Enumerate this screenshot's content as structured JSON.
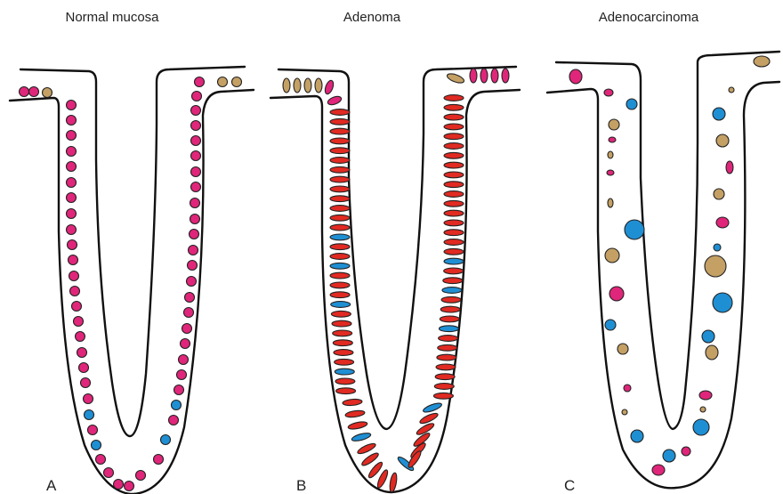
{
  "panels": [
    {
      "title": "Normal mucosa",
      "letter": "A"
    },
    {
      "title": "Adenoma",
      "letter": "B"
    },
    {
      "title": "Adenocarcinoma",
      "letter": "C"
    }
  ],
  "colors": {
    "magenta": "#e0267a",
    "tan": "#c4a064",
    "blue": "#1f8fd4",
    "red": "#e02a22",
    "outline": "#111111"
  }
}
